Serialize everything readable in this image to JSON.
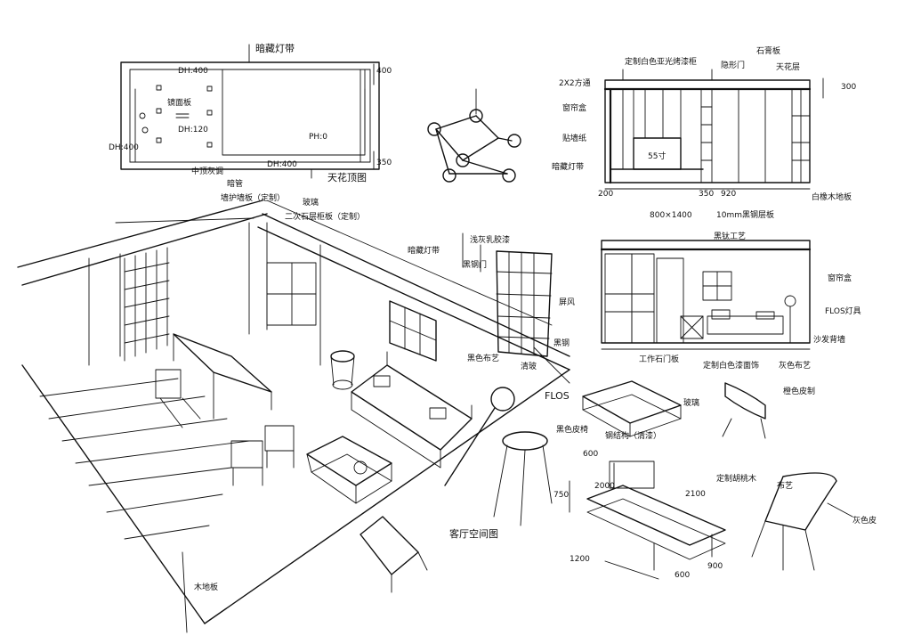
{
  "plan": {
    "ceiling_light": "暗藏灯带",
    "dh_top": "DH:400",
    "dh_left": "DH:400",
    "dh_mid": "DH:120",
    "mirror": "镜面板",
    "ph": "PH:0",
    "dh_bottom": "DH:400",
    "dim_right_top": "400",
    "dim_right_bottom": "350",
    "caption": "天花顶图",
    "ceiling_top": "中顶灰调"
  },
  "elev1": {
    "cabinet": "定制白色亚光烤漆柜",
    "door": "隐形门",
    "plaster": "石膏板",
    "ceiling": "天花层",
    "dim_top": "300",
    "beam": "2X2方通",
    "curtain": "窗帘盒",
    "wall": "贴墙纸",
    "hidden_light": "暗藏灯带",
    "tv": "55寸",
    "dim_a": "200",
    "dim_b": "350",
    "dim_c": "920",
    "dim_d": "800×1400",
    "steel": "10mm黑钢层板",
    "floor": "白橡木地板"
  },
  "elev2": {
    "title": "黑钛工艺",
    "curtain": "窗帘盒",
    "lamp": "FLOS灯具",
    "sofa": "沙发背墙",
    "cabinet": "工作石门板",
    "fabric": "定制白色漆面饰",
    "accent": "灰色布艺"
  },
  "perspective": {
    "pipe": "暗管",
    "wall_panel": "墙护墙板（定制）",
    "glass": "玻璃",
    "cabinet": "二次石层柜板（定制）",
    "light_strip": "暗藏灯带",
    "veneer": "浅灰乳胶漆",
    "black_steel": "黑钢门",
    "black": "黑钢",
    "screen": "屏风",
    "glass_clean": "清玻",
    "lamp": "FLOS",
    "floor": "木地板",
    "caption": "客厅空间图",
    "stool": "黑色皮椅",
    "fabric": "黑色布艺"
  },
  "furniture": {
    "table_note": "玻璃",
    "chair1": "橙色皮制",
    "chair2": "灰色皮",
    "desk": "定制胡桃木",
    "table_label": "钢结构（清漆）",
    "stool_dim": "2100",
    "d1": "600",
    "d2": "750",
    "d3": "2000",
    "d4": "1200",
    "d5": "600",
    "d6": "900",
    "tag": "布艺"
  }
}
